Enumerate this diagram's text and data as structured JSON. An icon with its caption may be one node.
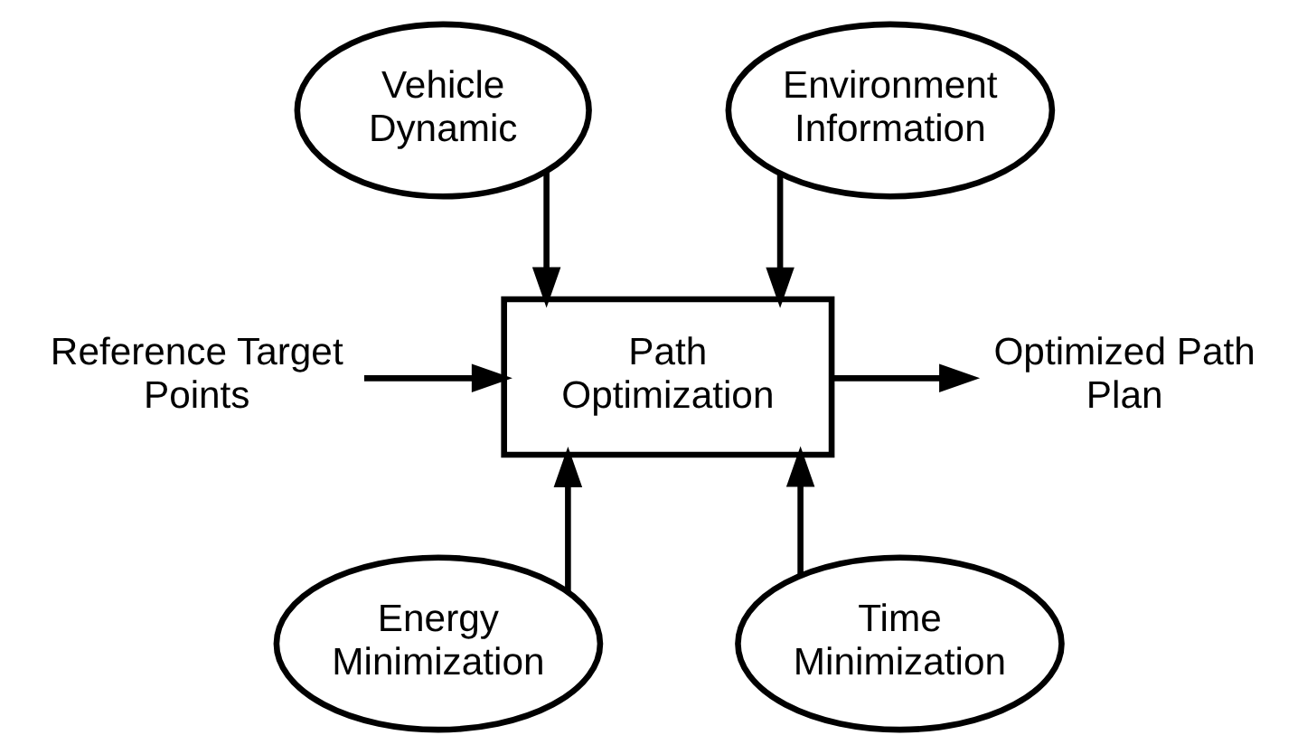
{
  "diagram": {
    "nodes": [
      {
        "text": [
          "Vehicle Dynamic"
        ]
      },
      {
        "text": [
          "Environment Information"
        ]
      },
      {
        "text": [
          "Reference Target Points"
        ]
      },
      {
        "text": [
          "Path Optimization"
        ]
      },
      {
        "text": [
          "Optimized Path Plan"
        ]
      },
      {
        "text": [
          "Energy Minimization"
        ]
      },
      {
        "text": [
          "Time Minimization"
        ]
      }
    ],
    "edges": [
      {
        "from": 0,
        "to": 3,
        "arrow": "to"
      },
      {
        "from": 1,
        "to": 3,
        "arrow": "to"
      },
      {
        "from": 2,
        "to": 3,
        "arrow": "to"
      },
      {
        "from": 3,
        "to": 4,
        "arrow": "to"
      },
      {
        "from": 5,
        "to": 3,
        "arrow": "to"
      },
      {
        "from": 6,
        "to": 3,
        "arrow": "to"
      }
    ]
  }
}
